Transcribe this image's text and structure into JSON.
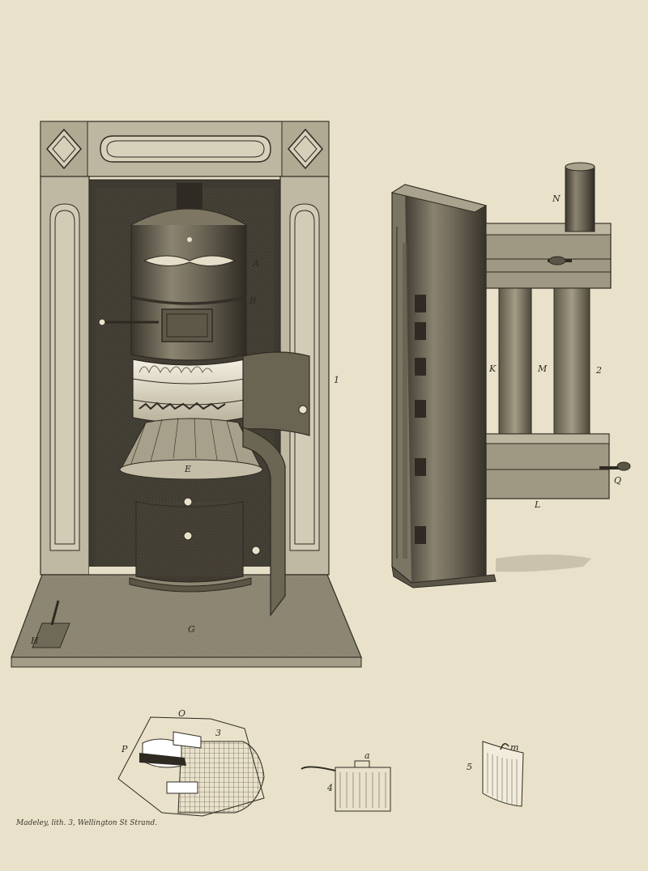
{
  "plate": {
    "imprint": "Madeley, lith. 3, Wellington St Strand.",
    "paper_color": "#e9e1c9",
    "ink_color": "#2e2a22"
  },
  "figures": {
    "stove": {
      "labels": {
        "a": "A",
        "b": "B",
        "e": "E",
        "g": "G",
        "h": "H",
        "one": "1"
      }
    },
    "press": {
      "labels": {
        "n": "N",
        "k": "K",
        "m": "M",
        "two": "2",
        "l": "L",
        "q": "Q"
      }
    },
    "figure3": {
      "number": "3",
      "labels": {
        "o": "O",
        "p": "P"
      }
    },
    "figure4": {
      "number": "4",
      "labels": {
        "a": "a"
      }
    },
    "figure5": {
      "number": "5",
      "labels": {
        "m": "m"
      }
    }
  }
}
